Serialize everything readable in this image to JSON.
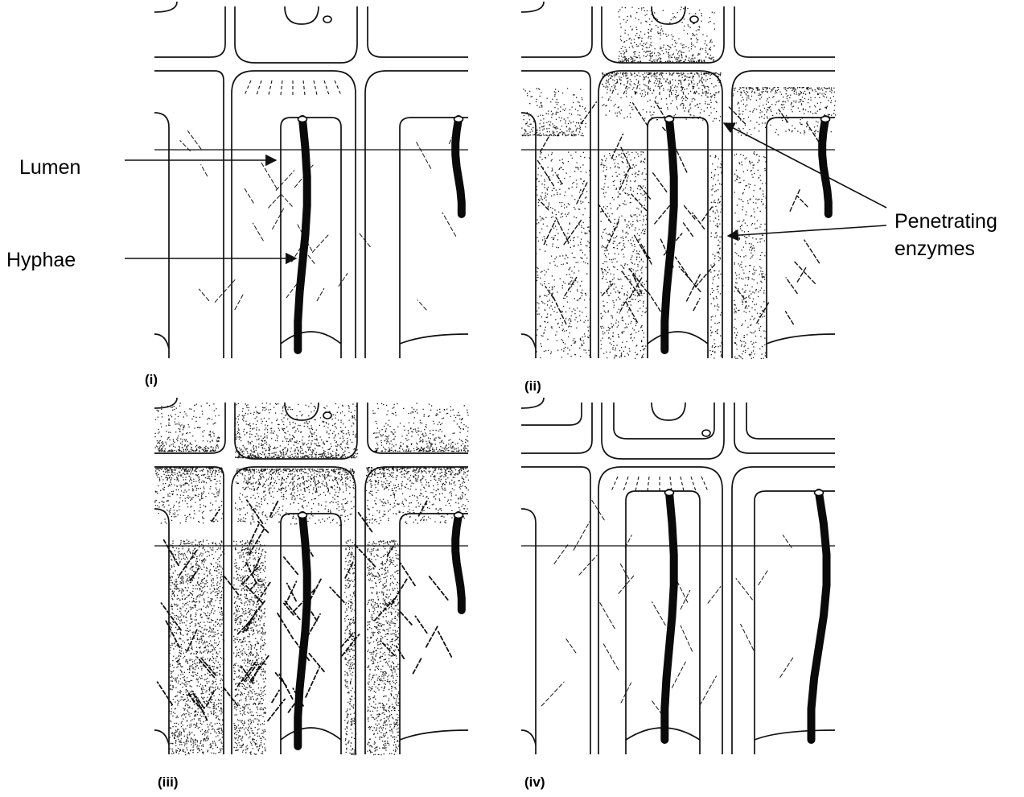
{
  "diagram": {
    "callouts": {
      "lumen": "Lumen",
      "hyphae": "Hyphae",
      "penetrating_line1": "Penetrating",
      "penetrating_line2": "enzymes"
    },
    "panels": [
      {
        "id": "i",
        "label": "(i)",
        "stipple": 0.0
      },
      {
        "id": "ii",
        "label": "(ii)",
        "stipple": 0.55
      },
      {
        "id": "iii",
        "label": "(iii)",
        "stipple": 1.0
      },
      {
        "id": "iv",
        "label": "(iv)",
        "stipple": 0.0
      }
    ],
    "colors": {
      "line": "#111111",
      "hypha": "#0a0a0a",
      "stipple": "#1a1a1a",
      "background": "#ffffff"
    }
  }
}
